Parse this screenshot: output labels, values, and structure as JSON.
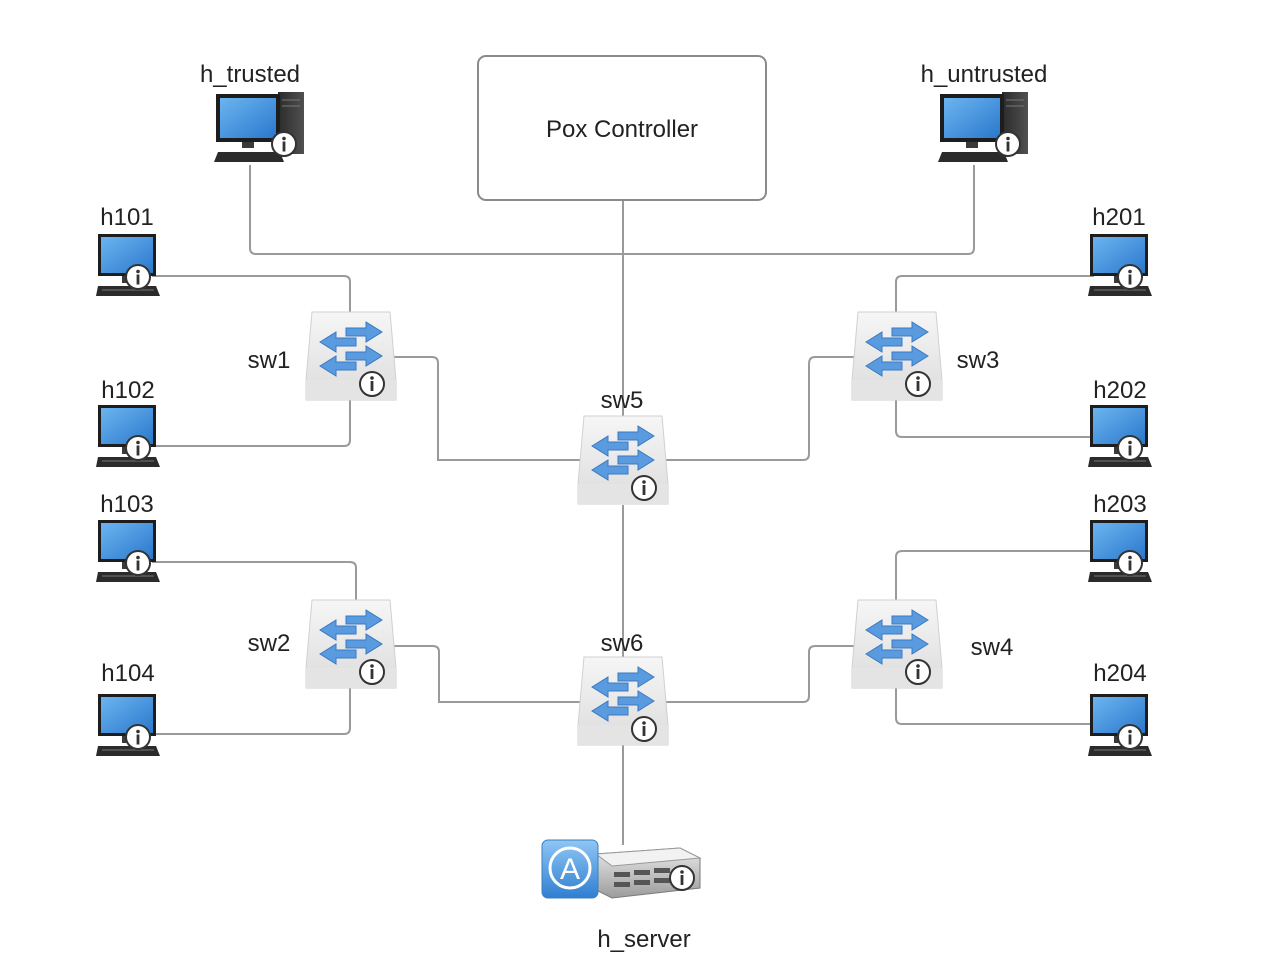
{
  "controller": {
    "label": "Pox Controller"
  },
  "switches": {
    "sw1": "sw1",
    "sw2": "sw2",
    "sw3": "sw3",
    "sw4": "sw4",
    "sw5": "sw5",
    "sw6": "sw6"
  },
  "hosts": {
    "h_trusted": "h_trusted",
    "h_untrusted": "h_untrusted",
    "h101": "h101",
    "h102": "h102",
    "h103": "h103",
    "h104": "h104",
    "h201": "h201",
    "h202": "h202",
    "h203": "h203",
    "h204": "h204",
    "h_server": "h_server"
  },
  "server_badge": "A",
  "colors": {
    "link": "#9a9a9a",
    "switch_arrow": "#4f90d8",
    "screen": "#3d8fdc",
    "untrusted_screen": "#3a7fd6"
  }
}
